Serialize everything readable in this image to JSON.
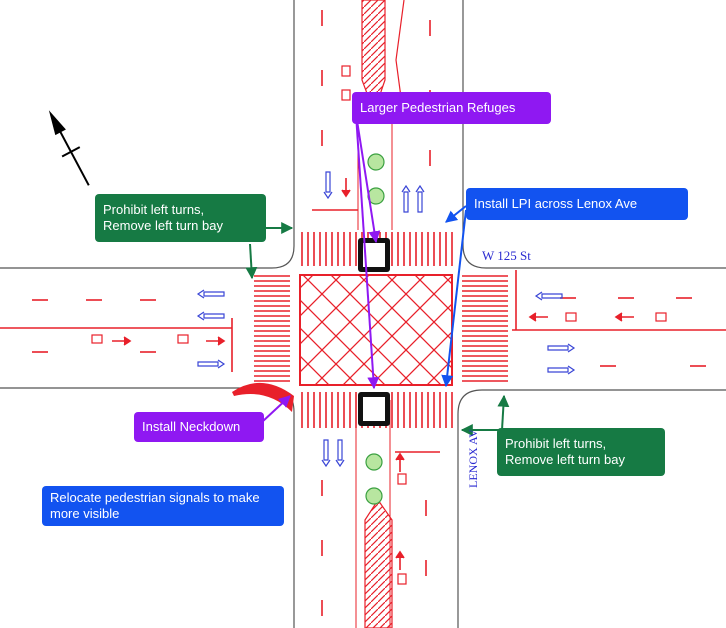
{
  "callouts": {
    "refuges": "Larger Pedestrian Refuges",
    "lpi": "Install LPI across Lenox Ave",
    "prohibit_nw": "Prohibit left turns,\nRemove left turn bay",
    "neckdown": "Install Neckdown",
    "prohibit_se": "Prohibit left turns,\nRemove left turn bay",
    "relocate": "Relocate pedestrian signals to make more visible"
  },
  "streets": {
    "east_west": "W 125 St",
    "north_south": "LENOX AV"
  },
  "colors": {
    "markings": "#e8202a",
    "green_callout": "#167a44",
    "blue_callout": "#1253f0",
    "purple_callout": "#8f18f2",
    "lane_arrow": "#3a46d6",
    "curb": "#555555"
  },
  "icons": {
    "north_arrow": "north-arrow-icon",
    "tree": "tree-icon",
    "signal": "pedestrian-signal-icon"
  }
}
